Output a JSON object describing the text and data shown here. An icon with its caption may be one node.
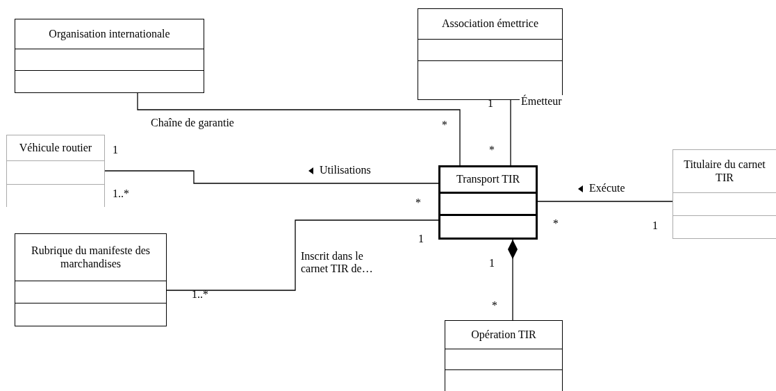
{
  "diagram": {
    "nodes": [
      {
        "text": [
          "Organisation internationale"
        ]
      },
      {
        "text": [
          "Association émettrice"
        ]
      },
      {
        "text": [
          "Véhicule routier"
        ]
      },
      {
        "text": [
          "Transport TIR"
        ]
      },
      {
        "text": [
          "Titulaire du carnet TIR"
        ]
      },
      {
        "text": [
          "Rubrique du manifeste des marchandises"
        ]
      },
      {
        "text": [
          "Opération TIR"
        ]
      }
    ],
    "edges": [
      {
        "from": 0,
        "to": 3,
        "arrow": "none",
        "label": "Chaîne de garantie"
      },
      {
        "from": 1,
        "to": 3,
        "arrow": "none",
        "label": "Émetteur"
      },
      {
        "from": 2,
        "to": 3,
        "arrow": "none",
        "label": "Utilisations"
      },
      {
        "from": 3,
        "to": 4,
        "arrow": "none",
        "label": "Exécute"
      },
      {
        "from": 5,
        "to": 3,
        "arrow": "none",
        "label": "Inscrit dans le carnet TIR de…"
      },
      {
        "from": 6,
        "to": 3,
        "arrow": "other"
      }
    ],
    "labels": [
      "1",
      "*",
      "1",
      "*",
      "1..*",
      "*",
      "*",
      "1",
      "1",
      "1",
      "1..*",
      "*"
    ]
  }
}
